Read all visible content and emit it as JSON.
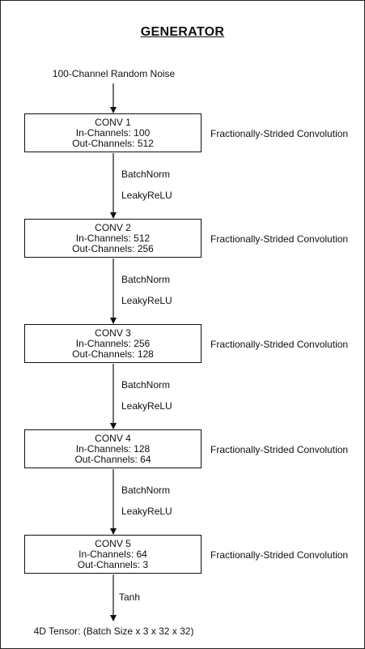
{
  "title": "GENERATOR",
  "input_label": "100-Channel Random Noise",
  "output_label": "4D Tensor: (Batch Size x 3 x 32 x 32)",
  "layers": [
    {
      "name": "CONV 1",
      "in": "In-Channels: 100",
      "out": "Out-Channels: 512",
      "note": "Fractionally-Strided Convolution"
    },
    {
      "name": "CONV 2",
      "in": "In-Channels: 512",
      "out": "Out-Channels: 256",
      "note": "Fractionally-Strided Convolution"
    },
    {
      "name": "CONV 3",
      "in": "In-Channels: 256",
      "out": "Out-Channels: 128",
      "note": "Fractionally-Strided Convolution"
    },
    {
      "name": "CONV 4",
      "in": "In-Channels: 128",
      "out": "Out-Channels: 64",
      "note": "Fractionally-Strided Convolution"
    },
    {
      "name": "CONV 5",
      "in": "In-Channels: 64",
      "out": "Out-Channels: 3",
      "note": "Fractionally-Strided Convolution"
    }
  ],
  "edges": [
    {
      "norm": "BatchNorm",
      "activation": "LeakyReLU"
    },
    {
      "norm": "BatchNorm",
      "activation": "LeakyReLU"
    },
    {
      "norm": "BatchNorm",
      "activation": "LeakyReLU"
    },
    {
      "norm": "BatchNorm",
      "activation": "LeakyReLU"
    }
  ],
  "final_activation": "Tanh"
}
